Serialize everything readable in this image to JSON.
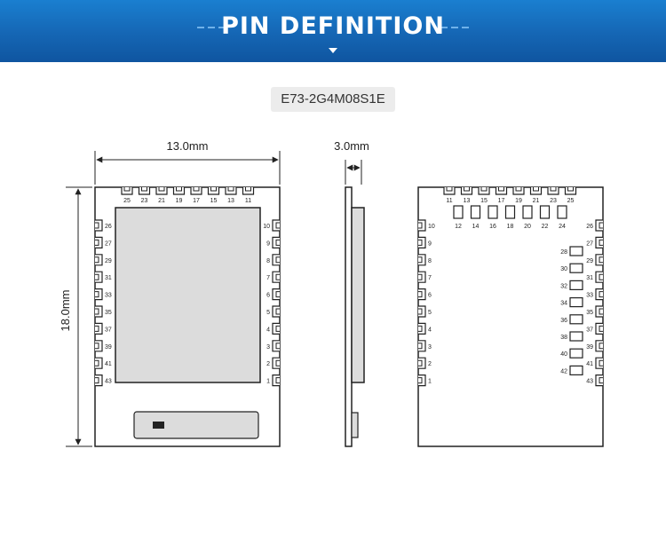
{
  "header": {
    "title": "PIN DEFINITION",
    "accent_color": "#1566b4",
    "icons": [
      "dash-decoration-icon",
      "caret-down-icon"
    ]
  },
  "model": "E73-2G4M08S1E",
  "dimensions": {
    "width_label": "13.0mm",
    "thickness_label": "3.0mm",
    "height_label": "18.0mm"
  },
  "front_view": {
    "top_pins": [
      "25",
      "23",
      "21",
      "19",
      "17",
      "15",
      "13",
      "11"
    ],
    "left_pins": [
      "26",
      "27",
      "29",
      "31",
      "33",
      "35",
      "37",
      "39",
      "41",
      "43"
    ],
    "right_pins": [
      "10",
      "9",
      "8",
      "7",
      "6",
      "5",
      "4",
      "3",
      "2",
      "1"
    ]
  },
  "back_view": {
    "top_pins": [
      "11",
      "13",
      "15",
      "17",
      "19",
      "21",
      "23",
      "25"
    ],
    "inner_top_pads": [
      "12",
      "14",
      "16",
      "18",
      "20",
      "22",
      "24"
    ],
    "inner_right_pads": [
      "28",
      "30",
      "32",
      "34",
      "36",
      "38",
      "40",
      "42"
    ],
    "left_pins": [
      "10",
      "9",
      "8",
      "7",
      "6",
      "5",
      "4",
      "3",
      "2",
      "1"
    ],
    "right_pins": [
      "26",
      "27",
      "29",
      "31",
      "33",
      "35",
      "37",
      "39",
      "41",
      "43"
    ]
  }
}
